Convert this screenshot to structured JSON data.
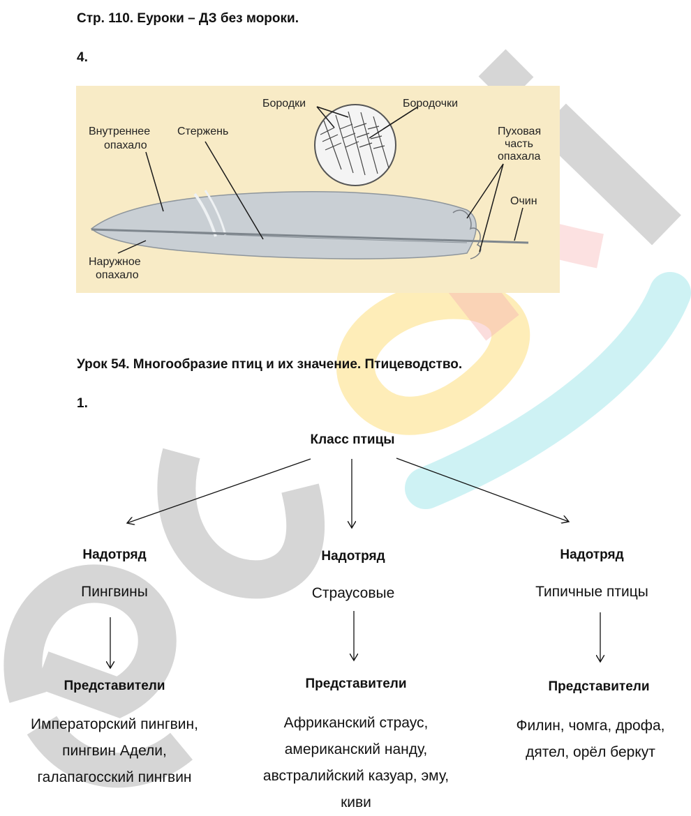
{
  "header": {
    "page_title": "Стр. 110. Еуроки – ДЗ без мороки.",
    "task_number": "4."
  },
  "feather_figure": {
    "labels": {
      "inner_vane": [
        "Внутреннее",
        "опахало"
      ],
      "shaft": "Стержень",
      "barbs": "Бородки",
      "barbules": "Бородочки",
      "down_part": [
        "Пуховая",
        "часть",
        "опахала"
      ],
      "calamus": "Очин",
      "outer_vane": [
        "Наружное",
        "опахало"
      ]
    }
  },
  "lesson": {
    "title": "Урок 54. Многообразие птиц и их значение. Птицеводство.",
    "task_number": "1."
  },
  "diagram": {
    "root": "Класс птицы",
    "branches": [
      {
        "head": "Надотряд",
        "name": "Пингвины",
        "rep_head": "Представители",
        "reps": [
          "Императорский пингвин,",
          "пингвин Адели,",
          "галапагосский пингвин"
        ]
      },
      {
        "head": "Надотряд",
        "name": "Страусовые",
        "rep_head": "Представители",
        "reps": [
          "Африканский страус,",
          "американский нанду,",
          "австралийский казуар, эму,",
          "киви"
        ]
      },
      {
        "head": "Надотряд",
        "name": "Типичные птицы",
        "rep_head": "Представители",
        "reps": [
          "Филин, чомга, дрофа,",
          "дятел, орёл беркут"
        ]
      }
    ]
  },
  "watermark": {
    "text": "euroki",
    "colors": [
      "#c8c8c8",
      "#f7b3b3",
      "#fde59a",
      "#bdeef0"
    ]
  }
}
